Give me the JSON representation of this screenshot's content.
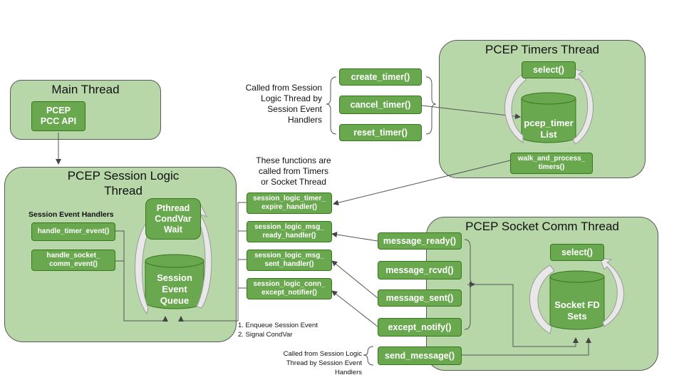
{
  "main_thread": {
    "title": "Main Thread",
    "api": "PCEP\nPCC API"
  },
  "session_thread": {
    "title": "PCEP Session Logic\nThread",
    "handlers_heading": "Session Event Handlers",
    "handler_timer": "handle_timer_event()",
    "handler_socket": "handle_socket_\ncomm_event()",
    "condvar": "Pthread\nCondVar\nWait",
    "queue": "Session\nEvent\nQueue"
  },
  "timers_thread": {
    "title": "PCEP Timers Thread",
    "select": "select()",
    "list": "pcep_timer\nList",
    "walk": "walk_and_process_\ntimers()"
  },
  "timer_api": {
    "note": "Called from Session\nLogic Thread by\nSession Event\nHandlers",
    "create": "create_timer()",
    "cancel": "cancel_timer()",
    "reset": "reset_timer()"
  },
  "logic_functions": {
    "note": "These functions are\ncalled from Timers\nor Socket Thread",
    "timer_expire": "session_logic_timer_\nexpire_handler()",
    "msg_ready": "session_logic_msg_\nready_handler()",
    "msg_sent": "session_logic_msg_\nsent_handler()",
    "conn_except": "session_logic_conn_\nexcept_notifier()",
    "steps": "1.  Enqueue Session Event\n2.  Signal CondVar"
  },
  "socket_thread": {
    "title": "PCEP Socket Comm Thread",
    "select": "select()",
    "fd_sets": "Socket FD\nSets",
    "message_ready": "message_ready()",
    "message_rcvd": "message_rcvd()",
    "message_sent": "message_sent()",
    "except_notify": "except_notify()",
    "send_message": "send_message()",
    "send_note": "Called from Session Logic\nThread by Session Event\nHandlers"
  }
}
